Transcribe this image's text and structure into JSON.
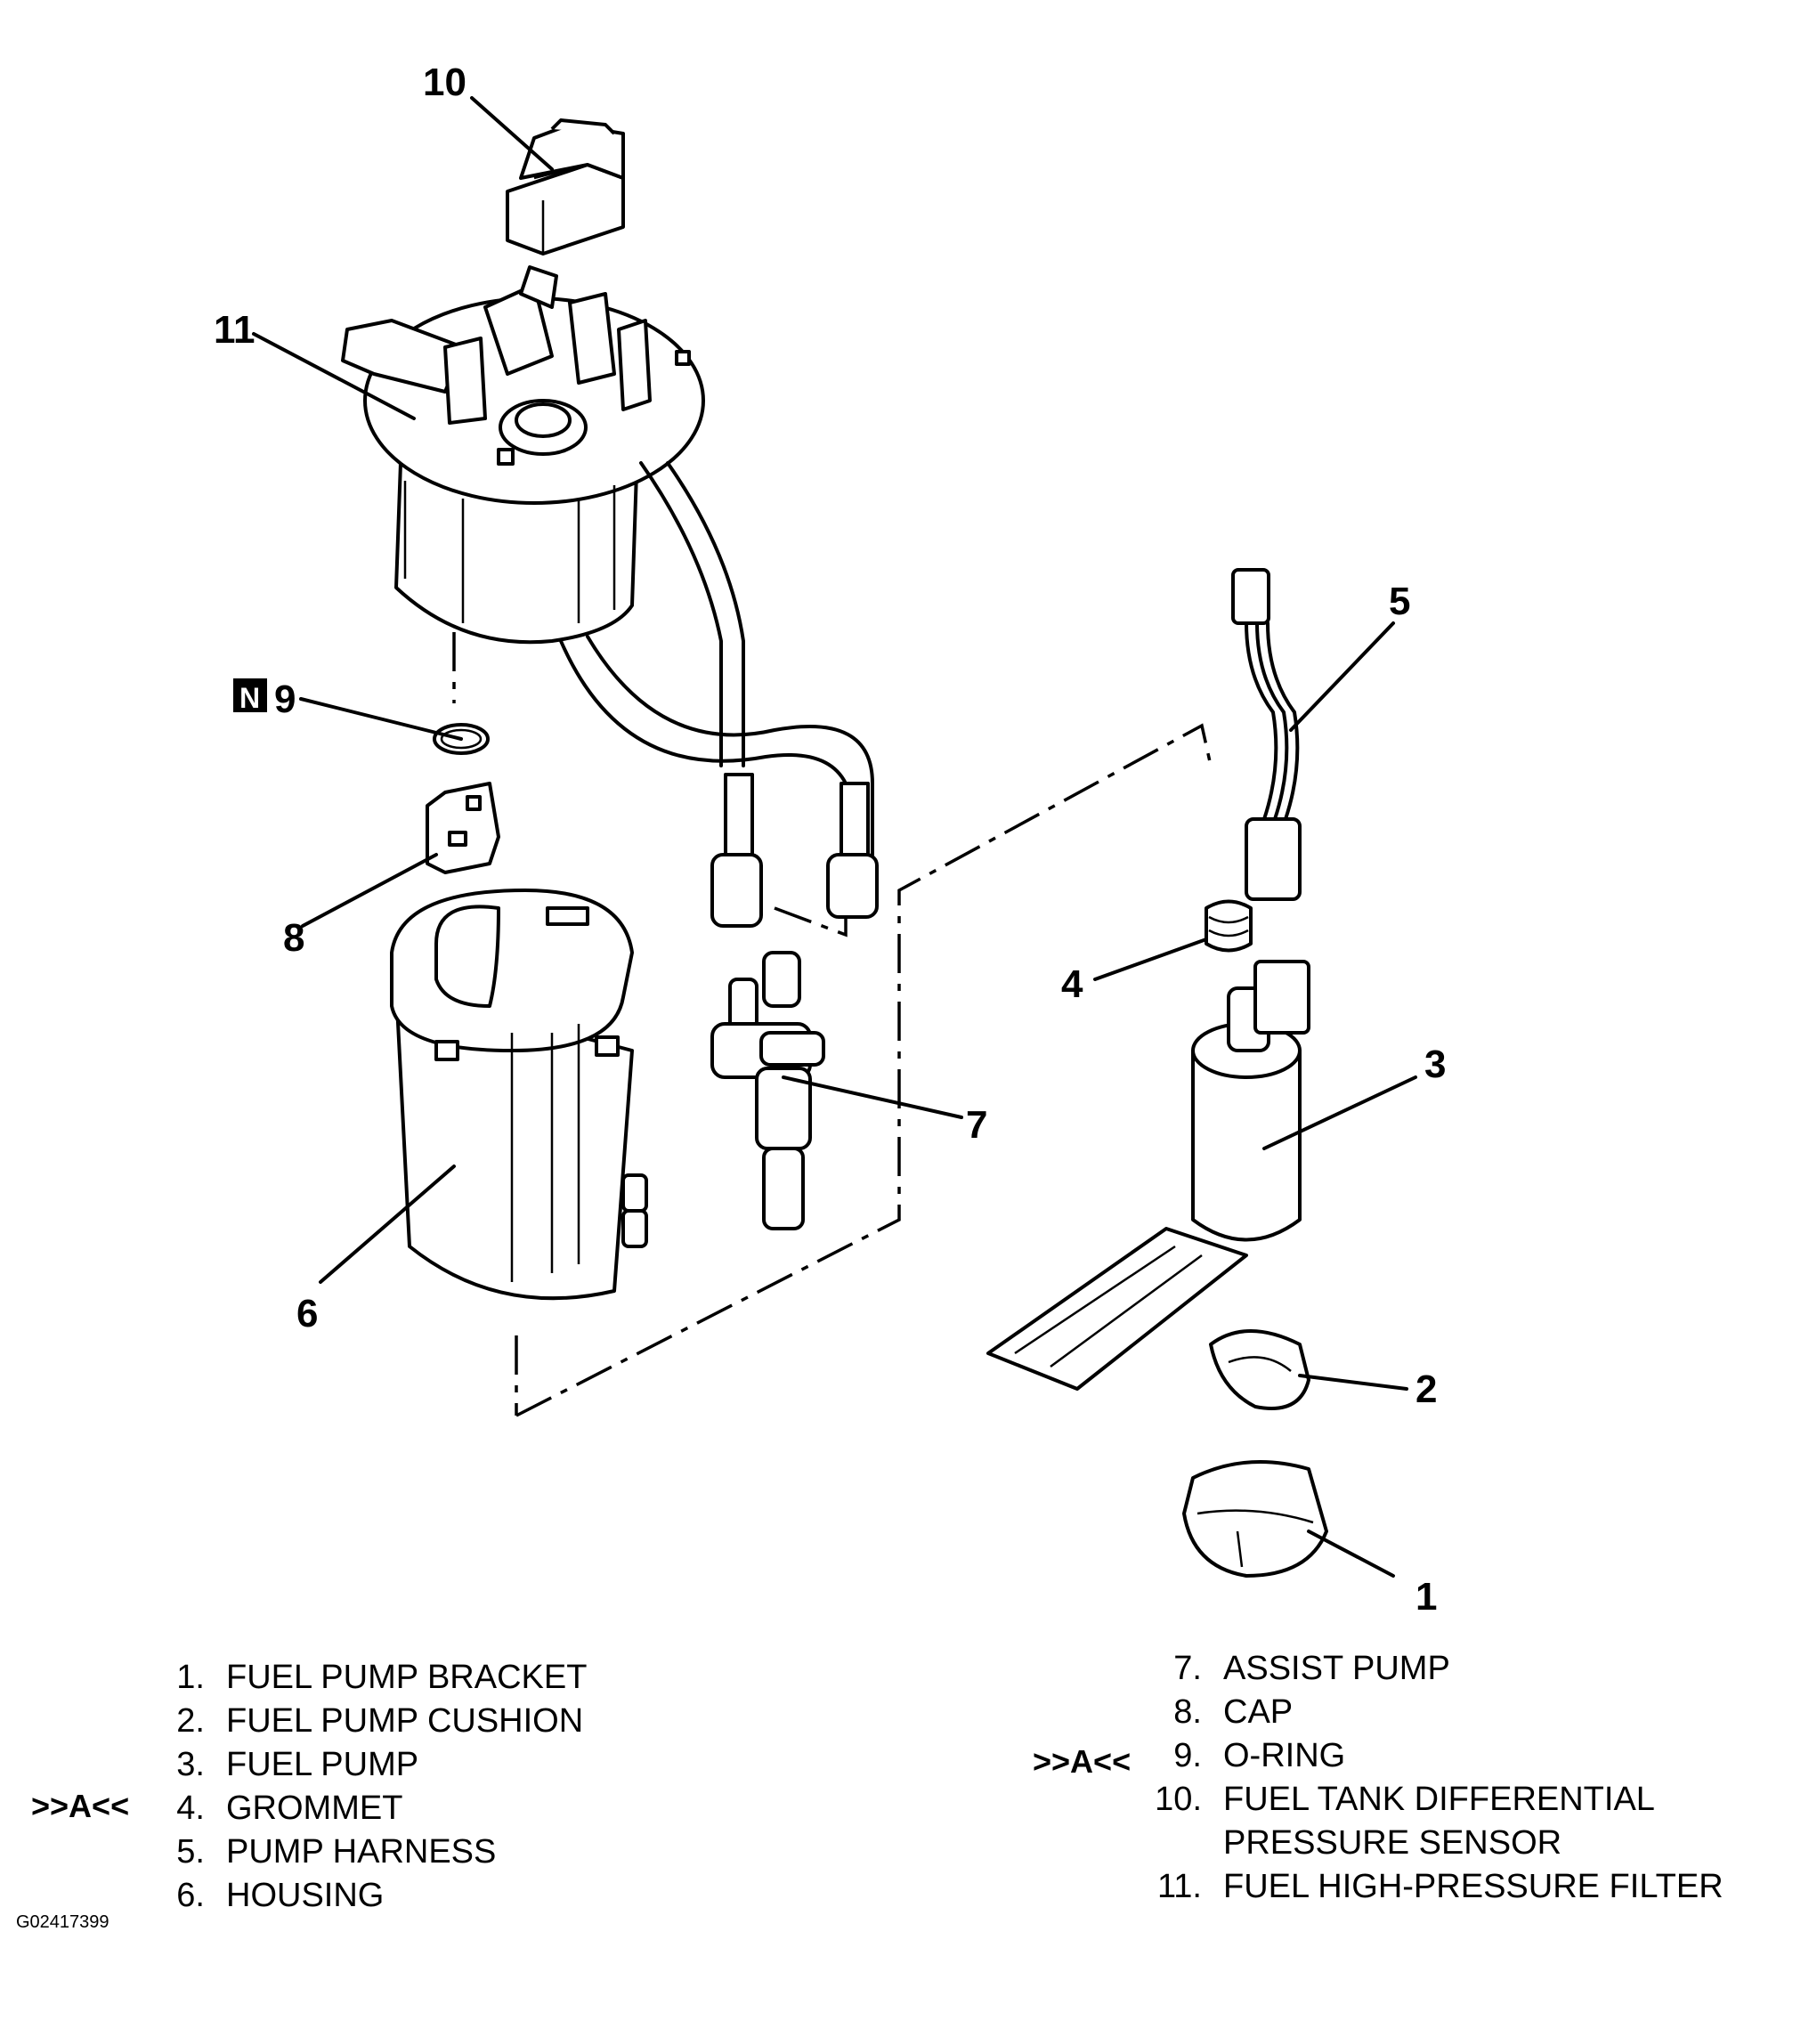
{
  "callouts": {
    "c1": "1",
    "c2": "2",
    "c3": "3",
    "c4": "4",
    "c5": "5",
    "c6": "6",
    "c7": "7",
    "c8": "8",
    "c9": "9",
    "c10": "10",
    "c11": "11",
    "n_badge": "N"
  },
  "legend_left": [
    {
      "num": "1.",
      "text": "FUEL PUMP BRACKET"
    },
    {
      "num": "2.",
      "text": "FUEL PUMP CUSHION"
    },
    {
      "num": "3.",
      "text": "FUEL PUMP"
    },
    {
      "num": "4.",
      "text": "GROMMET"
    },
    {
      "num": "5.",
      "text": "PUMP HARNESS"
    },
    {
      "num": "6.",
      "text": "HOUSING"
    }
  ],
  "legend_right": [
    {
      "num": "7.",
      "text": "ASSIST PUMP"
    },
    {
      "num": "8.",
      "text": "CAP"
    },
    {
      "num": "9.",
      "text": "O-RING"
    },
    {
      "num": "10.",
      "text": "FUEL TANK DIFFERENTIAL"
    },
    {
      "num": "",
      "text": "PRESSURE SENSOR"
    },
    {
      "num": "11.",
      "text": "FUEL HIGH-PRESSURE FILTER"
    }
  ],
  "markers": {
    "grommet": ">>A<<",
    "oring": ">>A<<"
  },
  "figure_code": "G02417399"
}
